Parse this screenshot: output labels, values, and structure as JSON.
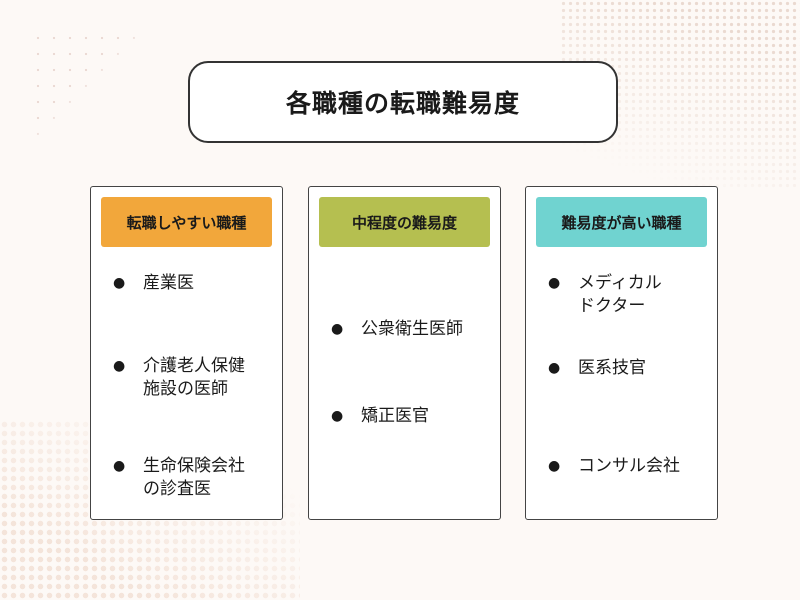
{
  "title": "各職種の転職難易度",
  "columns": [
    {
      "header": "転職しやすい職種",
      "color": "#f2a73b",
      "items": [
        "産業医",
        "介護老人保健\n施設の医師",
        "生命保険会社\nの診査医"
      ]
    },
    {
      "header": "中程度の難易度",
      "color": "#b5bf50",
      "items": [
        "公衆衛生医師",
        "矯正医官"
      ]
    },
    {
      "header": "難易度が高い職種",
      "color": "#70d3d0",
      "items": [
        "メディカル\nドクター",
        "医系技官",
        "コンサル会社"
      ]
    }
  ],
  "bullet_glyph": "●"
}
